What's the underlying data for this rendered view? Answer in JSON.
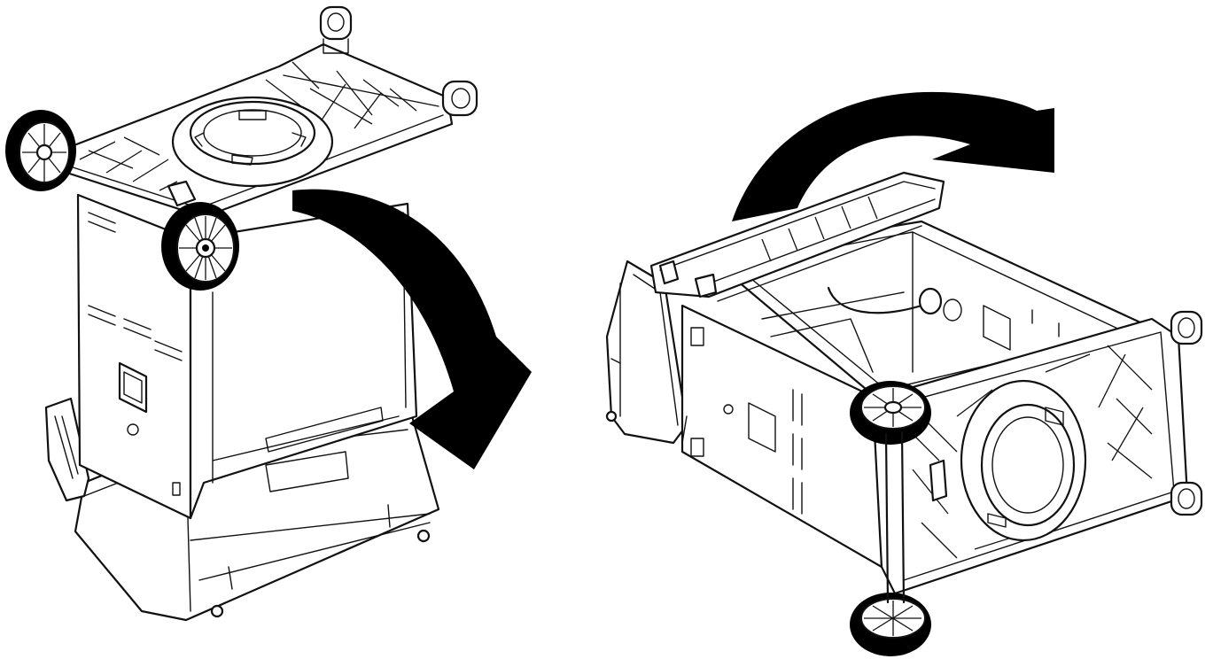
{
  "figure": {
    "panels": [
      {
        "id": "panel-left",
        "description_key": "upright-stand",
        "arrow_direction": "clockwise-down"
      },
      {
        "id": "panel-right",
        "description_key": "tipped-stand",
        "arrow_direction": "clockwise-over"
      }
    ],
    "colors": {
      "line": "#111111",
      "arrow": "#000000",
      "background": "#ffffff"
    },
    "icons": [
      "rotation-arrow-icon",
      "wheel-icon",
      "foot-icon"
    ]
  }
}
